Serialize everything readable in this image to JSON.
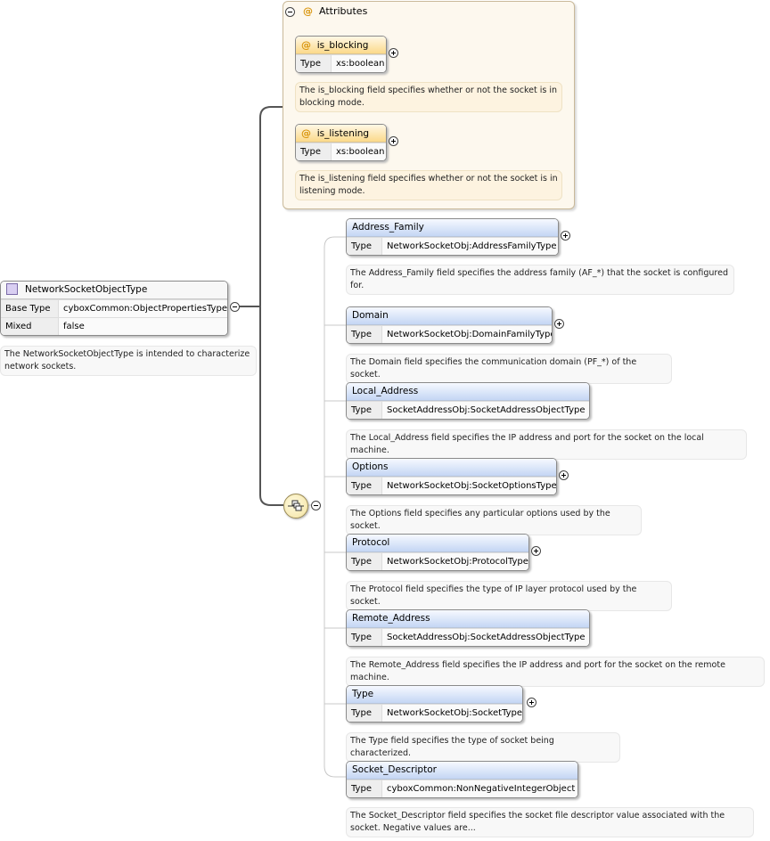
{
  "main_type": {
    "name": "NetworkSocketObjectType",
    "rows": [
      {
        "key": "Base Type",
        "value": "cyboxCommon:ObjectPropertiesType"
      },
      {
        "key": "Mixed",
        "value": "false"
      }
    ],
    "description": [
      "The NetworkSocketObjectType is intended to characterize",
      "network sockets."
    ]
  },
  "attributes": {
    "title": "Attributes",
    "symbol": "@",
    "items": [
      {
        "name": "is_blocking",
        "type_key": "Type",
        "type": "xs:boolean",
        "description": [
          "The is_blocking field specifies whether or not the socket is in",
          "blocking mode."
        ]
      },
      {
        "name": "is_listening",
        "type_key": "Type",
        "type": "xs:boolean",
        "description": [
          "The is_listening field specifies whether or not the socket is in",
          "listening mode."
        ]
      }
    ]
  },
  "elements": [
    {
      "name": "Address_Family",
      "type_key": "Type",
      "type": "NetworkSocketObj:AddressFamilyType",
      "expandable": true,
      "description": [
        "The Address_Family field specifies the address family (AF_*) that the socket is configured",
        "for."
      ]
    },
    {
      "name": "Domain",
      "type_key": "Type",
      "type": "NetworkSocketObj:DomainFamilyType",
      "expandable": true,
      "description": [
        "The Domain field specifies the communication domain (PF_*) of the socket."
      ]
    },
    {
      "name": "Local_Address",
      "type_key": "Type",
      "type": "SocketAddressObj:SocketAddressObjectType",
      "expandable": false,
      "description": [
        "The Local_Address field specifies the IP address and port for the socket on the local machine."
      ]
    },
    {
      "name": "Options",
      "type_key": "Type",
      "type": "NetworkSocketObj:SocketOptionsType",
      "expandable": true,
      "description": [
        "The Options field specifies any particular options used by the socket."
      ]
    },
    {
      "name": "Protocol",
      "type_key": "Type",
      "type": "NetworkSocketObj:ProtocolType",
      "expandable": true,
      "description": [
        "The Protocol field specifies the type of IP layer protocol used by the socket."
      ]
    },
    {
      "name": "Remote_Address",
      "type_key": "Type",
      "type": "SocketAddressObj:SocketAddressObjectType",
      "expandable": false,
      "description": [
        "The Remote_Address field specifies the IP address and port for the socket on the remote machine."
      ]
    },
    {
      "name": "Type",
      "type_key": "Type",
      "type": "NetworkSocketObj:SocketType",
      "expandable": true,
      "description": [
        "The Type field specifies the type of socket being characterized."
      ]
    },
    {
      "name": "Socket_Descriptor",
      "type_key": "Type",
      "type": "cyboxCommon:NonNegativeIntegerObject ...",
      "expandable": false,
      "description": [
        "The Socket_Descriptor field specifies the socket file descriptor value associated with the",
        "socket. Negative values are..."
      ]
    }
  ],
  "colors": {
    "element_header": "#c4d6f4",
    "attribute_header": "#fbd98a",
    "attribute_container": "#fdf8ee",
    "type_icon": "#d9cff2"
  }
}
